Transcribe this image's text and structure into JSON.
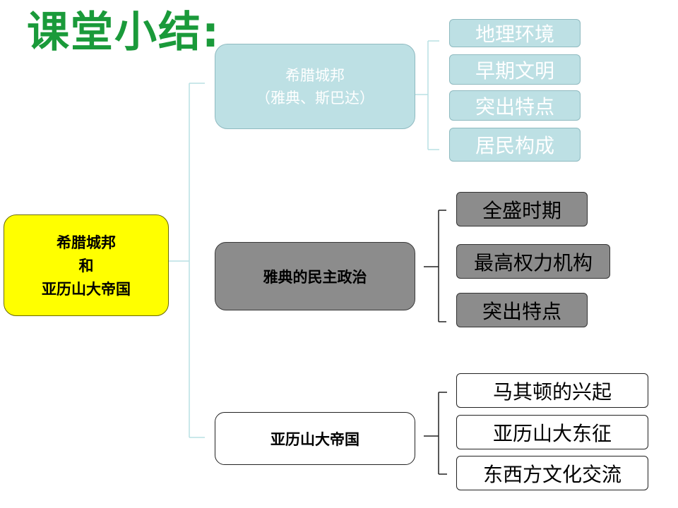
{
  "title": "课堂小结:",
  "root": {
    "line1": "希腊城邦",
    "line2": "和",
    "line3": "亚历山大帝国"
  },
  "branches": [
    {
      "line1": "希腊城邦",
      "line2": "（雅典、斯巴达）",
      "children": [
        "地理环境",
        "早期文明",
        "突出特点",
        "居民构成"
      ]
    },
    {
      "label": "雅典的民主政治",
      "children": [
        "全盛时期",
        "最高权力机构",
        "突出特点"
      ]
    },
    {
      "label": "亚历山大帝国",
      "children": [
        "马其顿的兴起",
        "亚历山大东征",
        "东西方文化交流"
      ]
    }
  ],
  "colors": {
    "title": "#1a9a3a",
    "root_fill": "#ffff00",
    "teal_fill": "#bde0e4",
    "gray_fill": "#8c8c8c",
    "white_fill": "#ffffff"
  }
}
